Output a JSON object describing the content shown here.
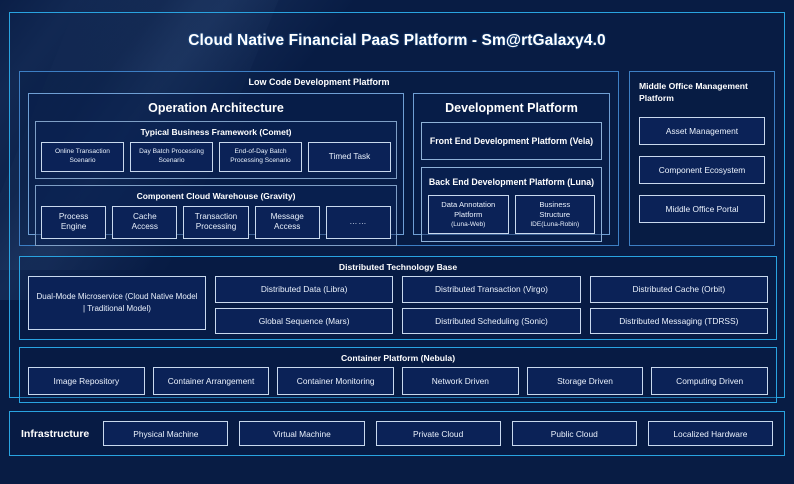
{
  "title": "Cloud Native Financial PaaS Platform - Sm@rtGalaxy4.0",
  "colors": {
    "page_background": "#081c44",
    "accent_border": "#29a3e0",
    "panel_border": "#3d7fc4",
    "chip_border": "#c9d9ee",
    "chip_fill": "#0b2257",
    "text": "#ffffff"
  },
  "low_code": {
    "title": "Low Code Development Platform",
    "operation_architecture": {
      "title": "Operation Architecture",
      "groups": [
        {
          "title": "Typical Business Framework (Comet)",
          "items": [
            {
              "line1": "Online Transaction",
              "line2": "Scenario"
            },
            {
              "line1": "Day Batch Processing",
              "line2": "Scenario"
            },
            {
              "line1": "End-of-Day Batch",
              "line2": "Processing Scenario"
            },
            {
              "line1": "Timed Task",
              "line2": ""
            }
          ]
        },
        {
          "title": "Component Cloud Warehouse (Gravity)",
          "items": [
            {
              "line1": "Process",
              "line2": "Engine"
            },
            {
              "line1": "Cache",
              "line2": "Access"
            },
            {
              "line1": "Transaction",
              "line2": "Processing"
            },
            {
              "line1": "Message",
              "line2": "Access"
            },
            {
              "line1": "……",
              "line2": ""
            }
          ]
        }
      ]
    },
    "development_platform": {
      "title": "Development Platform",
      "front_end": "Front End Development Platform (Vela)",
      "back_end": "Back End Development Platform (Luna)",
      "back_end_items": [
        {
          "line1": "Data Annotation",
          "line2": "Platform",
          "line3": "(Luna-Web)"
        },
        {
          "line1": "Business",
          "line2": "Structure",
          "line3": "IDE(Luna-Robin)"
        }
      ]
    }
  },
  "middle_office": {
    "title": "Middle Office Management Platform",
    "items": [
      "Asset Management",
      "Component Ecosystem",
      "Middle Office Portal"
    ]
  },
  "distributed_technology_base": {
    "title": "Distributed Technology Base",
    "wide_item": "Dual-Mode Microservice (Cloud Native Model | Traditional Model)",
    "columns": [
      [
        "Distributed Data (Libra)",
        "Global Sequence (Mars)"
      ],
      [
        "Distributed Transaction (Virgo)",
        "Distributed Scheduling (Sonic)"
      ],
      [
        "Distributed Cache (Orbit)",
        "Distributed Messaging (TDRSS)"
      ]
    ]
  },
  "container_platform": {
    "title": "Container Platform (Nebula)",
    "items": [
      "Image Repository",
      "Container Arrangement",
      "Container Monitoring",
      "Network Driven",
      "Storage Driven",
      "Computing Driven"
    ]
  },
  "infrastructure": {
    "label": "Infrastructure",
    "items": [
      "Physical Machine",
      "Virtual Machine",
      "Private Cloud",
      "Public Cloud",
      "Localized Hardware"
    ]
  }
}
